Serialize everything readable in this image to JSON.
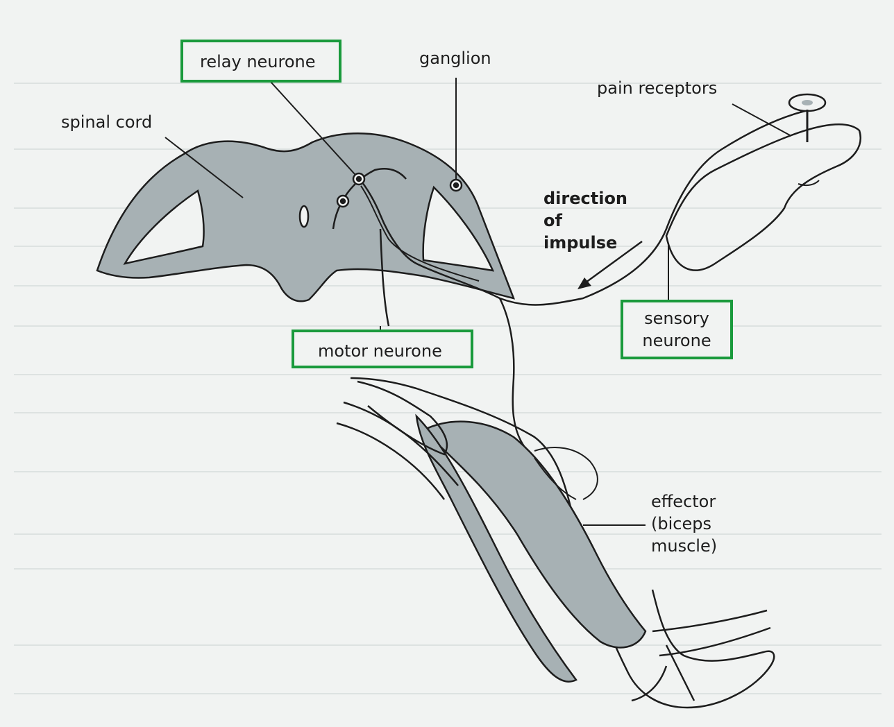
{
  "labels": {
    "relay_neurone": "relay neurone",
    "ganglion": "ganglion",
    "pain_receptors": "pain receptors",
    "spinal_cord": "spinal cord",
    "direction_of_impulse": [
      "direction",
      "of",
      "impulse"
    ],
    "sensory_neurone": [
      "sensory",
      "neurone"
    ],
    "motor_neurone": "motor neurone",
    "effector": [
      "effector",
      "(biceps",
      "muscle)"
    ]
  },
  "colors": {
    "highlight_box": "#1a9a3c",
    "tissue_fill": "#a7b1b4",
    "outline": "#1d1d1d",
    "background": "#f1f3f2"
  }
}
